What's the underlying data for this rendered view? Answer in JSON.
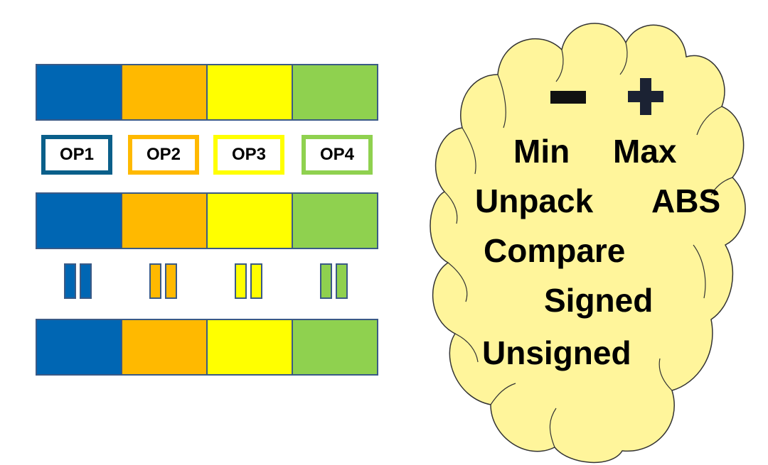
{
  "colors": {
    "lane1": "#0066b3",
    "lane2": "#ffb900",
    "lane3": "#ffff00",
    "lane4": "#8fd14f",
    "op1_border": "#0a5f8a",
    "op2_border": "#ffb900",
    "op3_border": "#ffff00",
    "op4_border": "#8fd14f",
    "cloud_fill": "#fff59b",
    "cloud_stroke": "#333333"
  },
  "ops": [
    "OP1",
    "OP2",
    "OP3",
    "OP4"
  ],
  "cloud": {
    "symbols": [
      "minus-icon",
      "plus-icon"
    ],
    "words": {
      "min": "Min",
      "max": "Max",
      "unpack": "Unpack",
      "abs": "ABS",
      "compare": "Compare",
      "signed": "Signed",
      "unsigned": "Unsigned"
    }
  }
}
